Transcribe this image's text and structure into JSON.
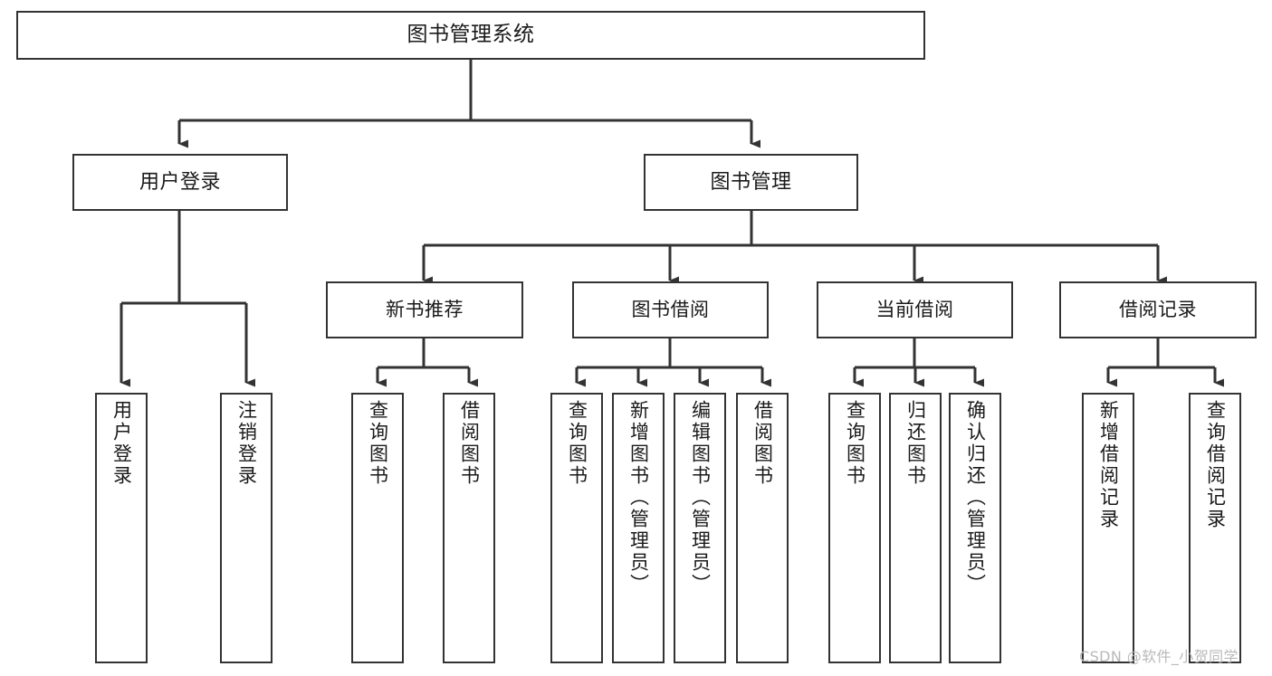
{
  "diagram": {
    "title": "图书管理系统",
    "type": "hierarchy-tree",
    "watermark": "CSDN @软件_小贺同学",
    "colors": {
      "background": "#ffffff",
      "box_border": "#333333",
      "connector": "#333333",
      "text": "#1a1a1a",
      "watermark": "#b9b9b9"
    },
    "root": {
      "label": "图书管理系统",
      "level": 1
    },
    "level2": [
      {
        "label": "用户登录",
        "level": 2
      },
      {
        "label": "图书管理",
        "level": 2
      }
    ],
    "level3": [
      {
        "label": "新书推荐",
        "level": 3,
        "parent": "图书管理"
      },
      {
        "label": "图书借阅",
        "level": 3,
        "parent": "图书管理"
      },
      {
        "label": "当前借阅",
        "level": 3,
        "parent": "图书管理"
      },
      {
        "label": "借阅记录",
        "level": 3,
        "parent": "图书管理"
      }
    ],
    "leaves": {
      "user_login": [
        {
          "label": "用户登录"
        },
        {
          "label": "注销登录"
        }
      ],
      "new_book_recommend": [
        {
          "label": "查询图书"
        },
        {
          "label": "借阅图书"
        }
      ],
      "book_borrow": [
        {
          "label": "查询图书"
        },
        {
          "label": "新增图书（管理员）"
        },
        {
          "label": "编辑图书（管理员）"
        },
        {
          "label": "借阅图书"
        }
      ],
      "current_borrow": [
        {
          "label": "查询图书"
        },
        {
          "label": "归还图书"
        },
        {
          "label": "确认归还（管理员）"
        }
      ],
      "borrow_record": [
        {
          "label": "新增借阅记录"
        },
        {
          "label": "查询借阅记录"
        }
      ]
    }
  }
}
